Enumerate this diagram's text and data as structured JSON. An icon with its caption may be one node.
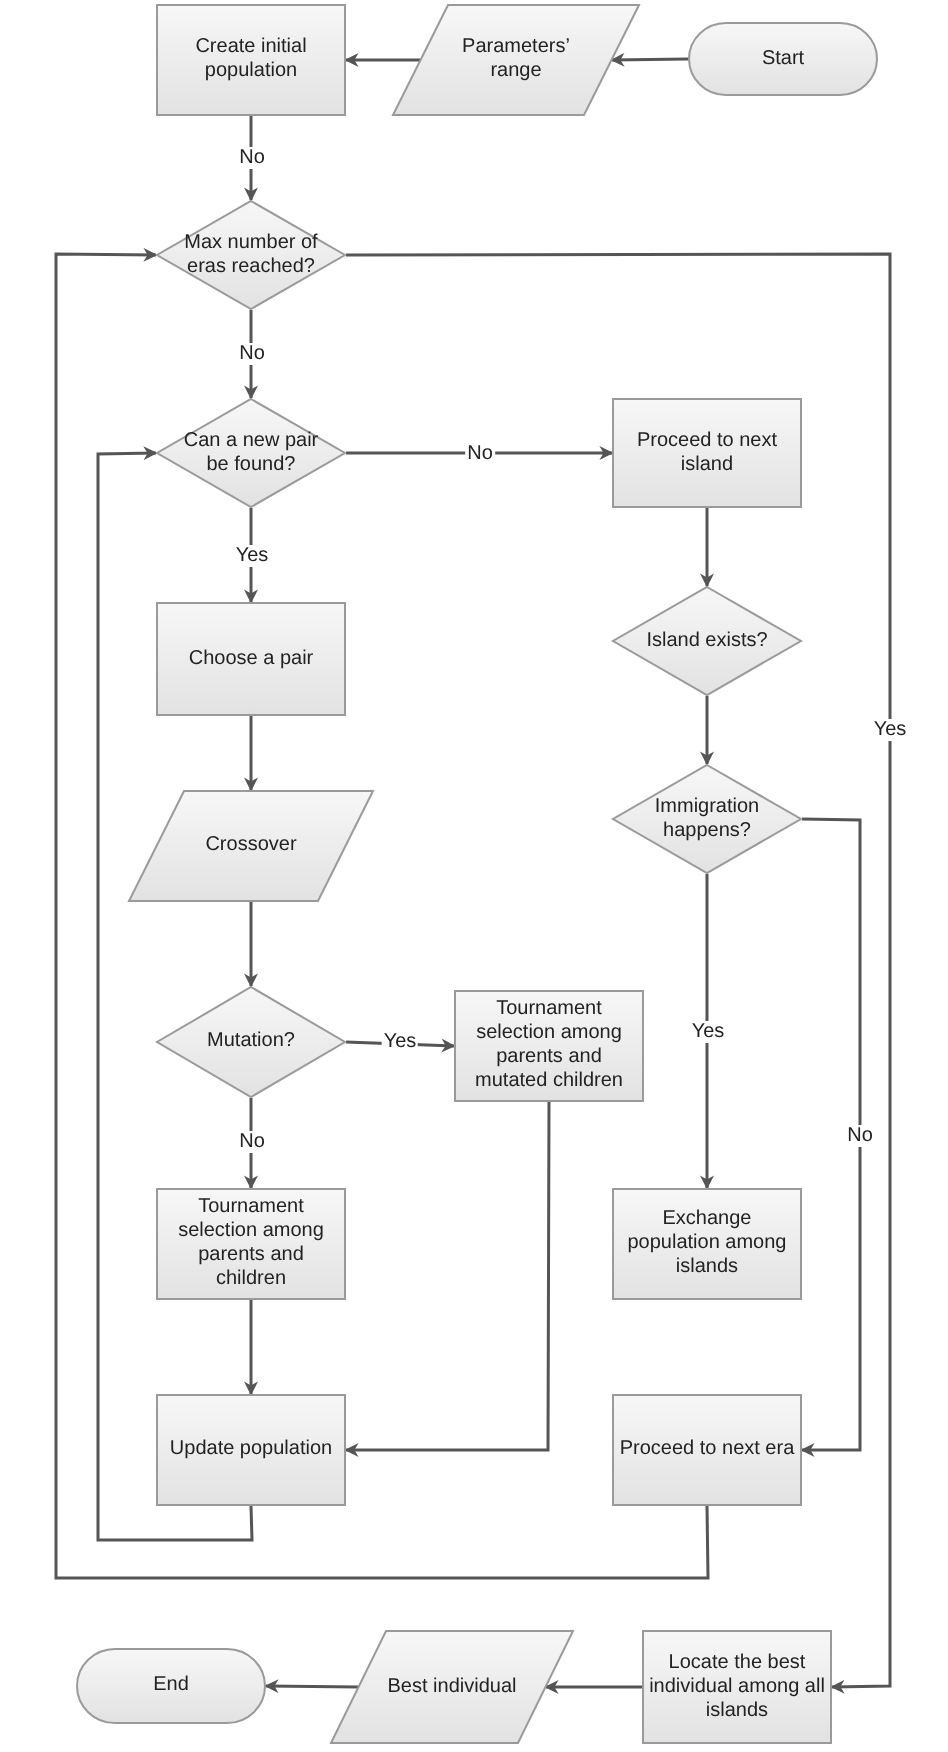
{
  "diagram": {
    "nodes": [
      {
        "text": [
          "Start"
        ]
      },
      {
        "text": [
          "Parameters’ range"
        ]
      },
      {
        "text": [
          "Create initial population"
        ]
      },
      {
        "text": [
          "Max number of eras reached?"
        ]
      },
      {
        "text": [
          "Can a new pair be found?"
        ]
      },
      {
        "text": [
          "Proceed to next island"
        ]
      },
      {
        "text": [
          "Island exists?"
        ]
      },
      {
        "text": [
          "Immigration happens?"
        ]
      },
      {
        "text": [
          "Choose a pair"
        ]
      },
      {
        "text": [
          "Crossover"
        ]
      },
      {
        "text": [
          "Mutation?"
        ]
      },
      {
        "text": [
          "Tournament selection among parents and mutated children"
        ]
      },
      {
        "text": [
          "Tournament selection among parents and children"
        ]
      },
      {
        "text": [
          "Update population"
        ]
      },
      {
        "text": [
          "Exchange population among islands"
        ]
      },
      {
        "text": [
          "Proceed to next era"
        ]
      },
      {
        "text": [
          "Locate the best individual among all islands"
        ]
      },
      {
        "text": [
          "Best individual"
        ]
      },
      {
        "text": [
          "End"
        ]
      }
    ],
    "edges": [
      {
        "from": 0,
        "to": 1,
        "arrow": "to"
      },
      {
        "from": 1,
        "to": 2,
        "arrow": "to"
      },
      {
        "from": 2,
        "to": 3,
        "arrow": "to",
        "label": "No"
      },
      {
        "from": 3,
        "to": 4,
        "arrow": "to",
        "label": "No"
      },
      {
        "from": 3,
        "to": 16,
        "arrow": "to",
        "label": "Yes"
      },
      {
        "from": 4,
        "to": 5,
        "arrow": "to",
        "label": "No"
      },
      {
        "from": 4,
        "to": 8,
        "arrow": "to",
        "label": "Yes"
      },
      {
        "from": 5,
        "to": 6,
        "arrow": "to"
      },
      {
        "from": 6,
        "to": 7,
        "arrow": "to"
      },
      {
        "from": 7,
        "to": 14,
        "arrow": "to",
        "label": "Yes"
      },
      {
        "from": 7,
        "to": 15,
        "arrow": "to",
        "label": "No"
      },
      {
        "from": 8,
        "to": 9,
        "arrow": "to"
      },
      {
        "from": 9,
        "to": 10,
        "arrow": "to"
      },
      {
        "from": 10,
        "to": 11,
        "arrow": "to",
        "label": "Yes"
      },
      {
        "from": 10,
        "to": 12,
        "arrow": "to",
        "label": "No"
      },
      {
        "from": 11,
        "to": 13,
        "arrow": "to"
      },
      {
        "from": 12,
        "to": 13,
        "arrow": "to"
      },
      {
        "from": 13,
        "to": 4,
        "arrow": "to"
      },
      {
        "from": 15,
        "to": 3,
        "arrow": "to"
      },
      {
        "from": 16,
        "to": 17,
        "arrow": "to"
      },
      {
        "from": 17,
        "to": 18,
        "arrow": "to"
      }
    ]
  }
}
